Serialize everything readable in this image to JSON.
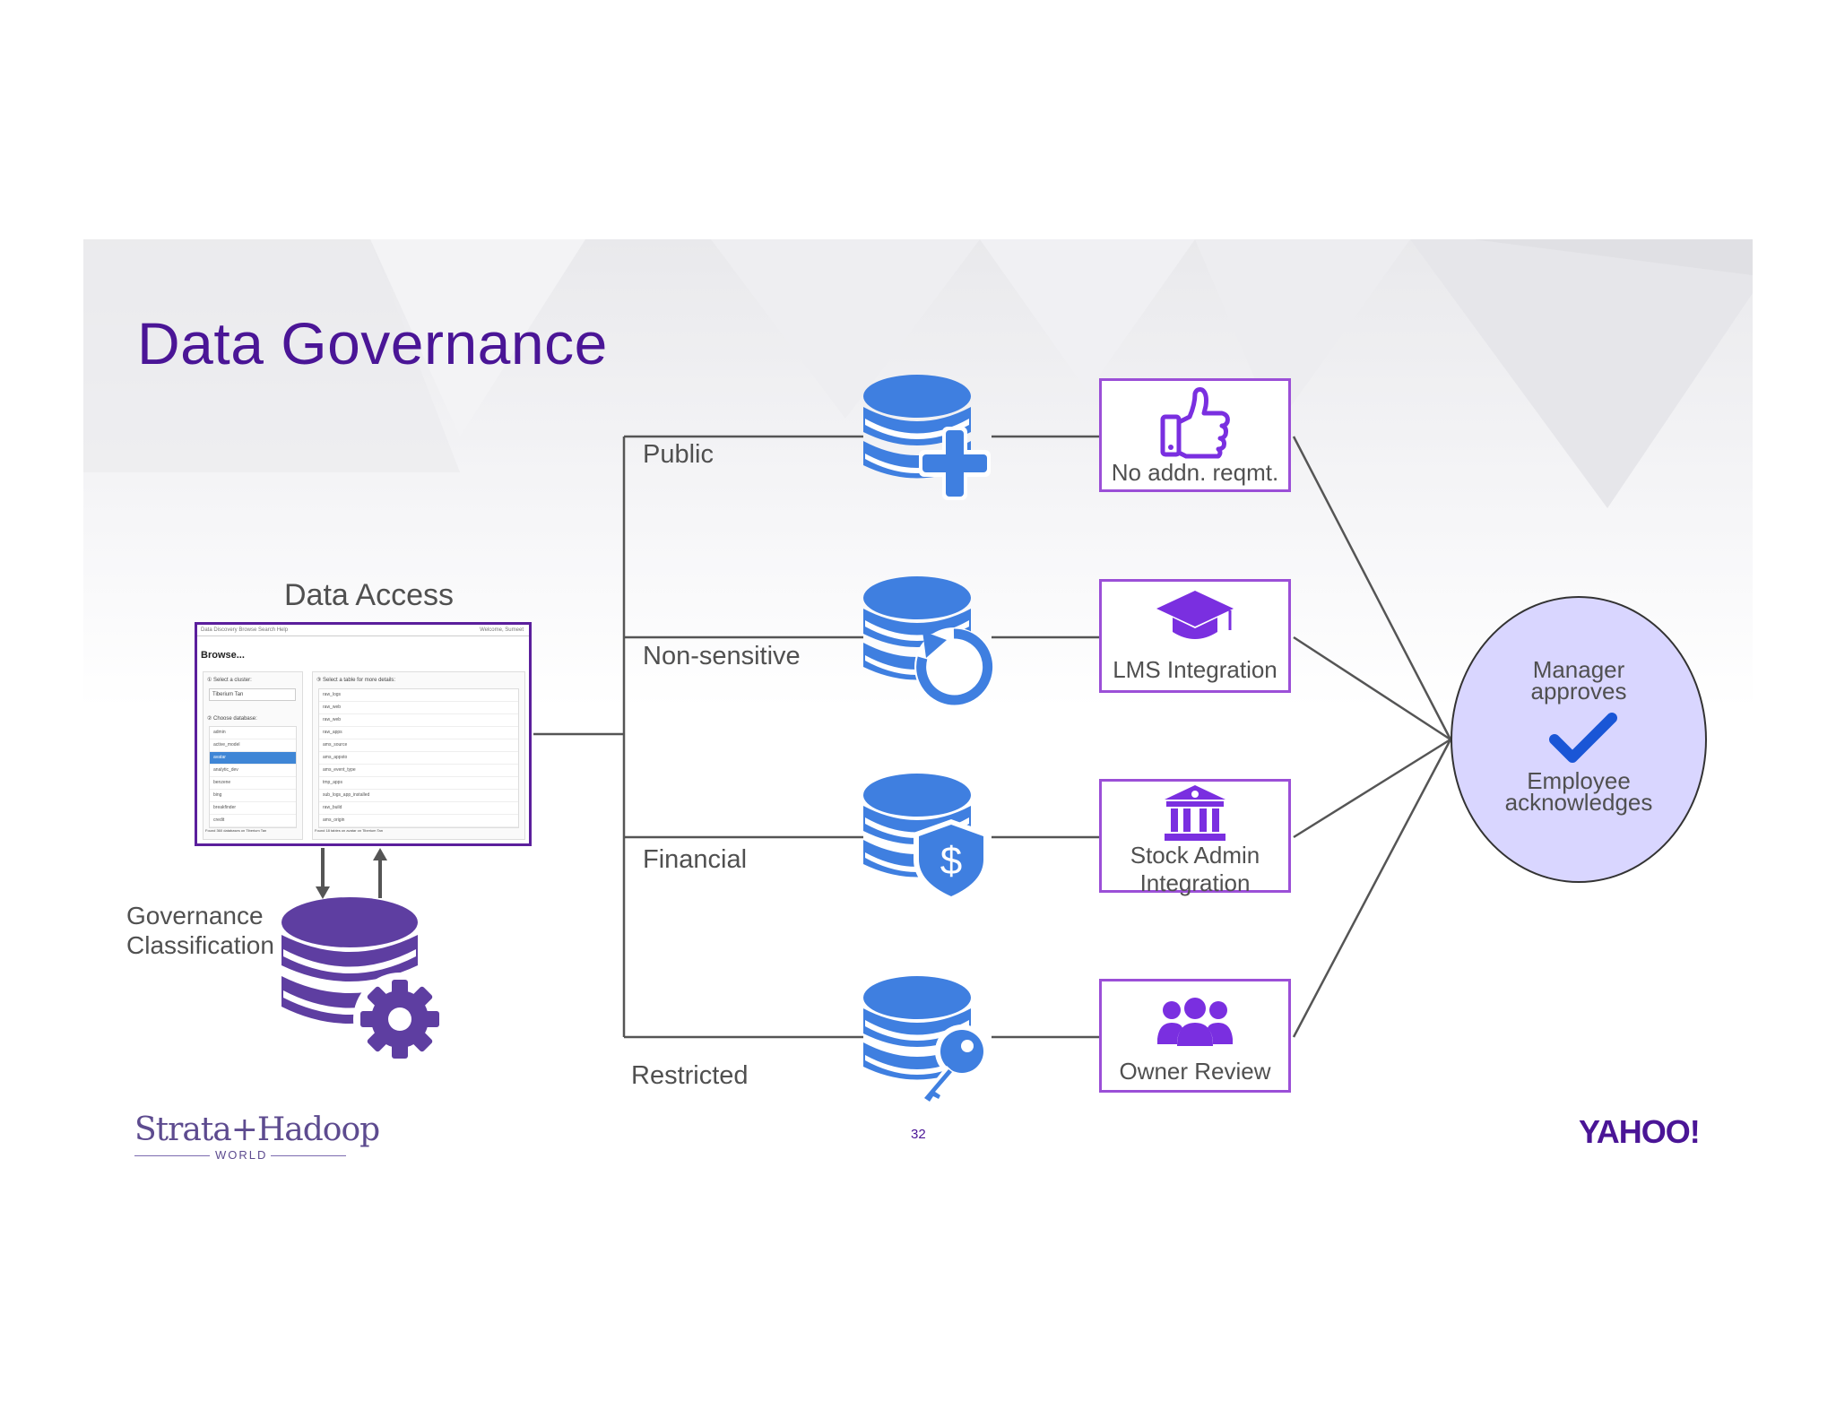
{
  "slide": {
    "title": "Data Governance",
    "page_number": "32"
  },
  "left": {
    "data_access_label": "Data Access",
    "governance_label_line1": "Governance",
    "governance_label_line2": "Classification"
  },
  "tiers": [
    {
      "label": "Public",
      "box": "No addn. reqmt.",
      "db_icon": "database-plus-icon",
      "box_icon": "thumbs-up-icon"
    },
    {
      "label": "Non-sensitive",
      "box": "LMS Integration",
      "db_icon": "database-refresh-icon",
      "box_icon": "graduation-cap-icon"
    },
    {
      "label": "Financial",
      "box_line1": "Stock Admin",
      "box_line2": "Integration",
      "db_icon": "database-shield-dollar-icon",
      "box_icon": "bank-icon"
    },
    {
      "label": "Restricted",
      "box": "Owner Review",
      "db_icon": "database-key-icon",
      "box_icon": "users-icon"
    }
  ],
  "approval": {
    "line1": "Manager",
    "line2": "approves",
    "line3": "Employee",
    "line4": "acknowledges",
    "icon": "checkmark-icon"
  },
  "screenshot": {
    "nav": "Data Discovery   Browse   Search   Help",
    "welcome": "Welcome, Sumeet",
    "heading": "Browse...",
    "step1": "① Select a cluster:",
    "cluster": "Tiberium Tan",
    "step2": "② Choose database:",
    "step3": "③ Select a table for more details:",
    "databases": [
      "admin",
      "active_model",
      "avatar",
      "analytic_dev",
      "benzene",
      "bing",
      "breakfinder",
      "credit"
    ],
    "tables": [
      "raw_logs",
      "raw_web",
      "raw_web",
      "raw_apps",
      "ams_source",
      "ams_appsto",
      "ams_event_type",
      "tmp_apps",
      "sub_logs_app_installed",
      "raw_build",
      "ams_origin"
    ],
    "footer_left": "Found 360 databases on Tiberium Tan",
    "footer_right": "Found 18 tables on avatar on Tiberium Tan"
  },
  "logos": {
    "strata": "Strata+Hadoop",
    "strata_sub": "WORLD",
    "yahoo": "YAHOO!"
  },
  "colors": {
    "title": "#4a1596",
    "db_blue": "#3f7fe0",
    "db_purple": "#5e3ea1",
    "box_border": "#9b4fd7",
    "icon_purple": "#7a2fe0",
    "circle_fill": "#d9d6ff",
    "check_blue": "#1a56d6"
  }
}
